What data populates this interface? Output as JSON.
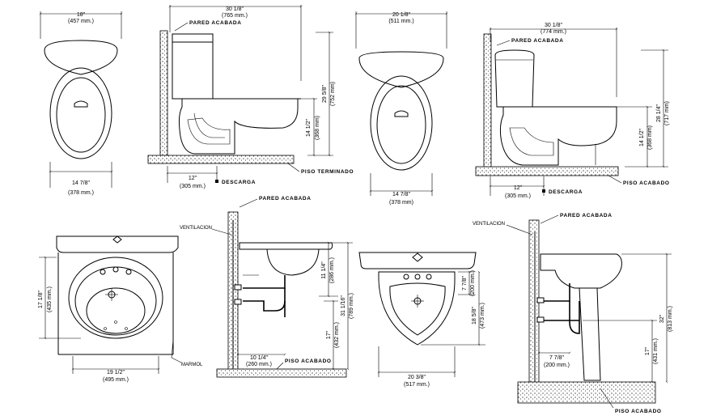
{
  "labels": {
    "wall_finish_1": "PARED ACABADA",
    "wall_finish_2": "PARED ACABADA",
    "wall_finish_3": "PARED ACABADA",
    "wall_finish_4": "PARED ACABADA",
    "floor_finished": "PISO TERMINADO",
    "floor_finish_2": "PISO ACABADO",
    "floor_finish_3": "PISO ACABADO",
    "floor_finish_4": "PISO ACABADO",
    "drain_1": "DESCARGA",
    "drain_2": "DESCARGA",
    "vent_1": "VENTILACION",
    "vent_2": "VENTILACION",
    "marble": "MARMOL"
  },
  "dims": {
    "t1_width": "18\"",
    "t1_width_mm": "(457 mm.)",
    "t1_bottom": "14 7/8\"",
    "t1_bottom_mm": "(378 mm.)",
    "t2_depth": "30 1/8\"",
    "t2_depth_mm": "(765 mm.)",
    "t2_height": "29 5/8\"",
    "t2_height_mm": "(752 mm)",
    "t2_seat": "14 1/2\"",
    "t2_seat_mm": "(368 mm)",
    "t2_rough": "12\"",
    "t2_rough_mm": "(305 mm.)",
    "t3_width": "20 1/8\"",
    "t3_width_mm": "(511 mm.)",
    "t3_bottom": "14 7/8\"",
    "t3_bottom_mm": "(378 mm)",
    "t4_depth": "30 1/8\"",
    "t4_depth_mm": "(774 mm.)",
    "t4_height": "28 1/4\"",
    "t4_height_mm": "(717 mm)",
    "t4_seat": "14 1/2\"",
    "t4_seat_mm": "(368 mm)",
    "t4_rough": "12\"",
    "t4_rough_mm": "(305 mm.)",
    "l1_depth": "17 1/8\"",
    "l1_depth_mm": "(435 mm.)",
    "l1_width": "19 1/2\"",
    "l1_width_mm": "(495 mm.)",
    "l2_basin": "11 1/4\"",
    "l2_basin_mm": "(286 mm.)",
    "l2_total": "31 1/16\"",
    "l2_total_mm": "(789 mm.)",
    "l2_rough": "17\"",
    "l2_rough_mm": "(432 mm.)",
    "l2_drain": "10 1/4\"",
    "l2_drain_mm": "(260 mm.)",
    "l3_top": "7 7/8\"",
    "l3_top_mm": "(200 mm.)",
    "l3_depth": "18 5/8\"",
    "l3_depth_mm": "(473 mm.)",
    "l3_width": "20 3/8\"",
    "l3_width_mm": "(517 mm.)",
    "l4_total": "32\"",
    "l4_total_mm": "(813 mm.)",
    "l4_rough": "17\"",
    "l4_rough_mm": "(431 mm.)",
    "l4_drain": "7 7/8\"",
    "l4_drain_mm": "(200 mm.)"
  }
}
